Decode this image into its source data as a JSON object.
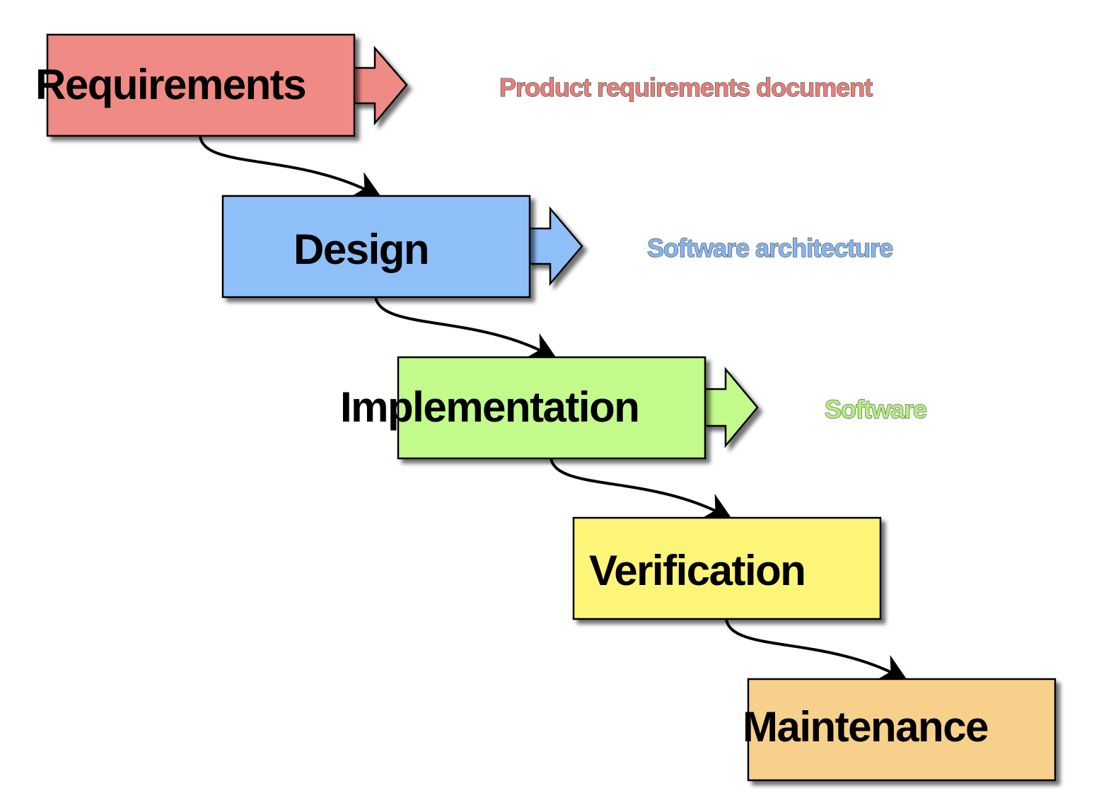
{
  "stages": [
    {
      "label": "Requirements",
      "color": "#f08a84",
      "output": "Product requirements document",
      "output_color": "#e5807a"
    },
    {
      "label": "Design",
      "color": "#8ebff8",
      "output": "Software architecture",
      "output_color": "#86b6ef"
    },
    {
      "label": "Implementation",
      "color": "#c2fb8c",
      "output": "Software",
      "output_color": "#b4f07e"
    },
    {
      "label": "Verification",
      "color": "#fcf577"
    },
    {
      "label": "Maintenance",
      "color": "#f7d08c"
    }
  ]
}
